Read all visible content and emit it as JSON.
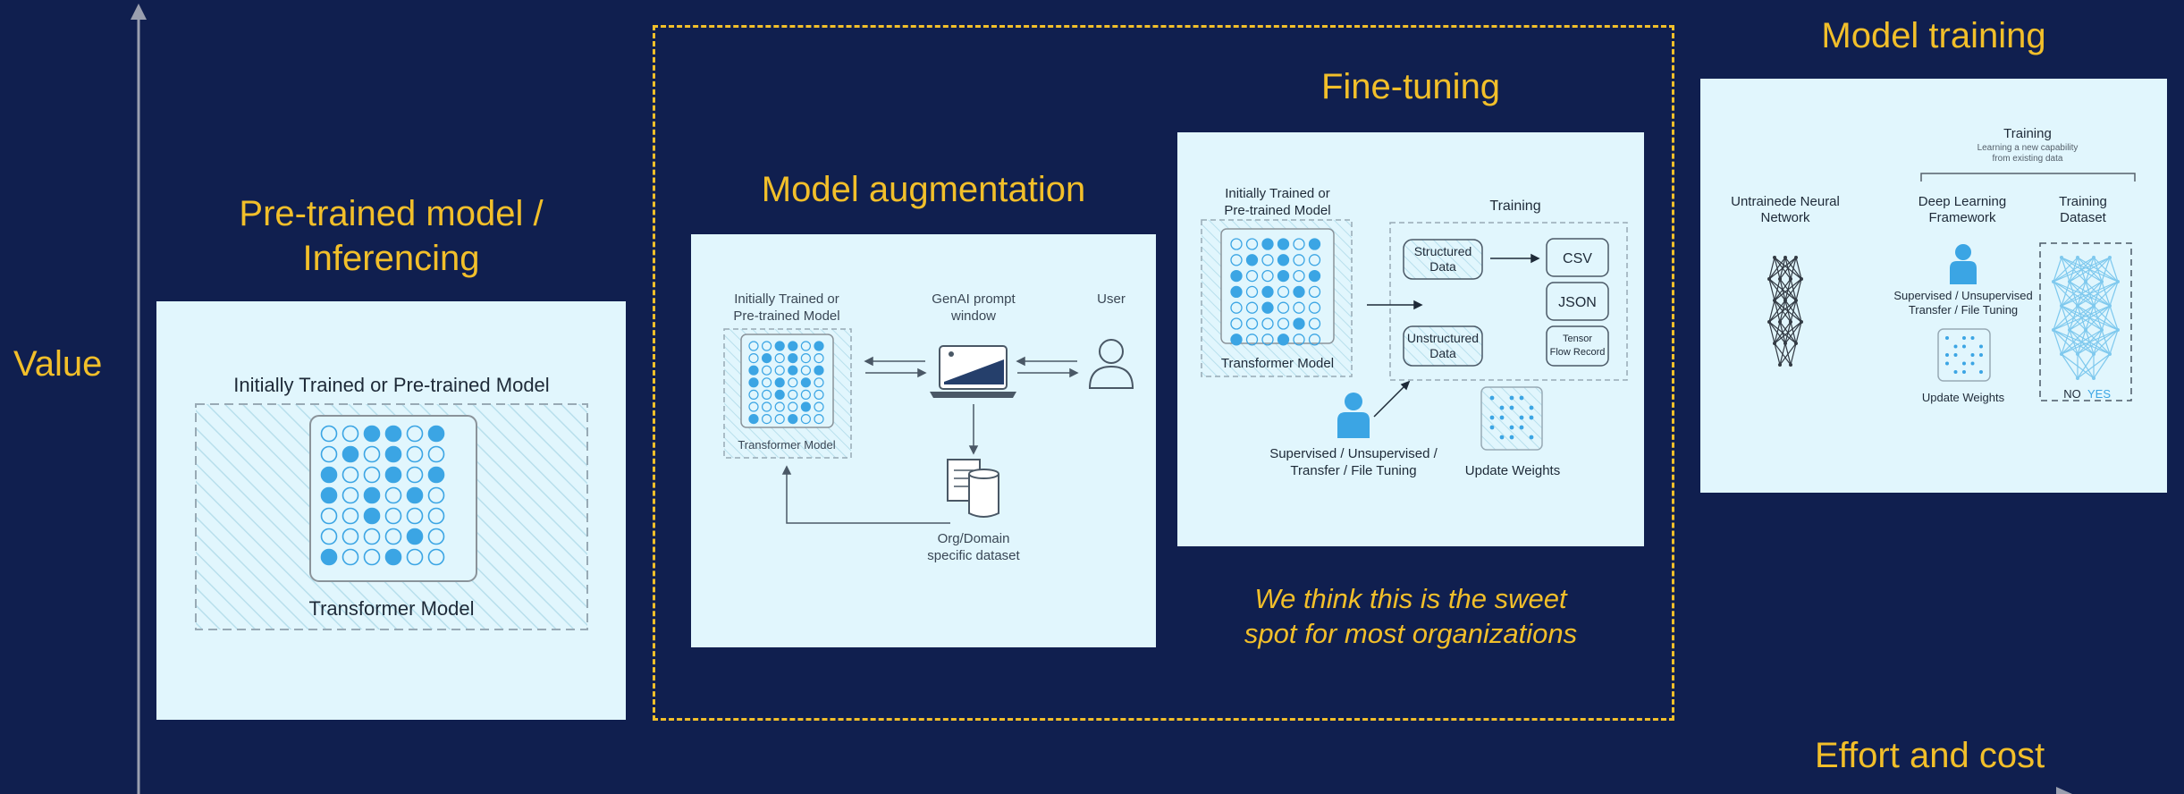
{
  "axes": {
    "y_label": "Value",
    "x_label": "Effort and cost"
  },
  "colors": {
    "background": "#101f4f",
    "accent": "#f2bf2a",
    "card": "#e1f6fd",
    "node_blue": "#3ba5e4"
  },
  "stages": {
    "pretrained": {
      "title_line1": "Pre-trained model /",
      "title_line2": "Inferencing",
      "diagram": {
        "top_label": "Initially Trained or Pre-trained Model",
        "bottom_label": "Transformer Model"
      }
    },
    "augmentation": {
      "title": "Model augmentation",
      "diagram": {
        "model_line1": "Initially Trained or",
        "model_line2": "Pre-trained Model",
        "model_caption": "Transformer Model",
        "prompt_line1": "GenAI prompt",
        "prompt_line2": "window",
        "user": "User",
        "dataset_line1": "Org/Domain",
        "dataset_line2": "specific dataset"
      }
    },
    "finetuning": {
      "title": "Fine-tuning",
      "diagram": {
        "model_line1": "Initially Trained or",
        "model_line2": "Pre-trained Model",
        "model_caption": "Transformer Model",
        "training": "Training",
        "structured_line1": "Structured",
        "structured_line2": "Data",
        "unstructured_line1": "Unstructured",
        "unstructured_line2": "Data",
        "csv": "CSV",
        "json": "JSON",
        "tensor_line1": "Tensor",
        "tensor_line2": "Flow Record",
        "supervised_line1": "Supervised / Unsupervised /",
        "supervised_line2": "Transfer / File Tuning",
        "update_weights": "Update Weights"
      },
      "note_line1": "We think this is the sweet",
      "note_line2": "spot for most organizations"
    },
    "training": {
      "title": "Model training",
      "diagram": {
        "training": "Training",
        "sub_line1": "Learning a new capability",
        "sub_line2": "from existing data",
        "untrained_line1": "Untrainede Neural",
        "untrained_line2": "Network",
        "framework_line1": "Deep Learning",
        "framework_line2": "Framework",
        "dataset_line1": "Training",
        "dataset_line2": "Dataset",
        "supervised_line1": "Supervised / Unsupervised",
        "supervised_line2": "Transfer / File Tuning",
        "update_weights": "Update Weights",
        "no": "NO",
        "yes": "YES"
      }
    }
  }
}
